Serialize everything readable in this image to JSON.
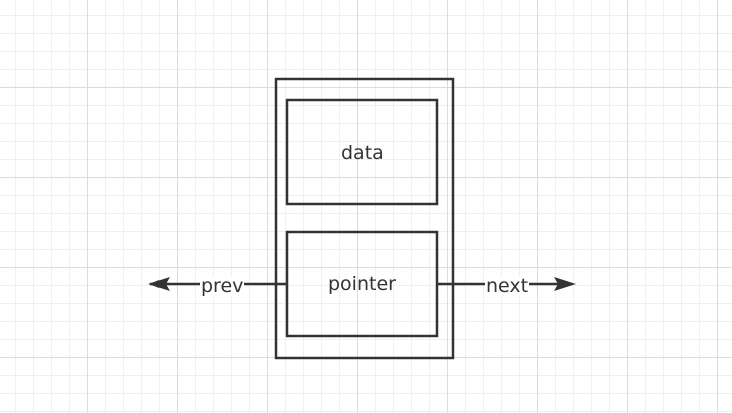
{
  "diagram": {
    "node": {
      "data_label": "data",
      "pointer_label": "pointer"
    },
    "edges": {
      "prev_label": "prev",
      "next_label": "next"
    },
    "colors": {
      "stroke": "#333333",
      "grid_major": "#dcdcdc",
      "grid_minor": "#f0f0f0",
      "background": "#ffffff"
    }
  }
}
